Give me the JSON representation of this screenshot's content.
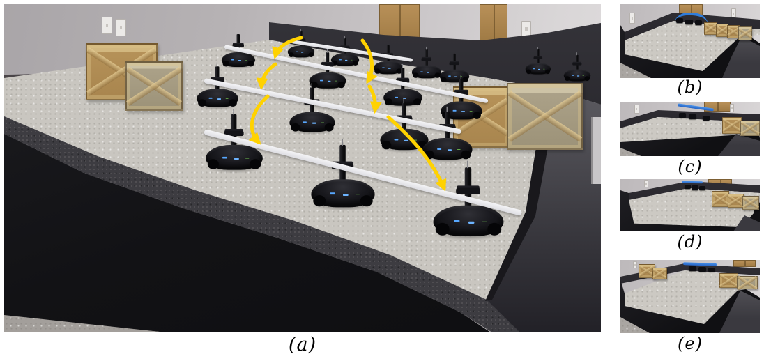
{
  "figure": {
    "subfigures": [
      {
        "id": "a",
        "caption": "(a)"
      },
      {
        "id": "b",
        "caption": "(b)"
      },
      {
        "id": "c",
        "caption": "(c)"
      },
      {
        "id": "d",
        "caption": "(d)"
      },
      {
        "id": "e",
        "caption": "(e)"
      }
    ]
  },
  "colors": {
    "arrow_yellow": "#ffd200",
    "rod_white": "#ededf0",
    "led_blue": "#2f7ddb",
    "foam_dark": "#141418",
    "floor_gray": "#c9c6c1",
    "crate_tan": "#b59158",
    "crate_gray": "#aba188",
    "wall_gray": "#b6b2b4",
    "door_tan": "#ab854e"
  }
}
